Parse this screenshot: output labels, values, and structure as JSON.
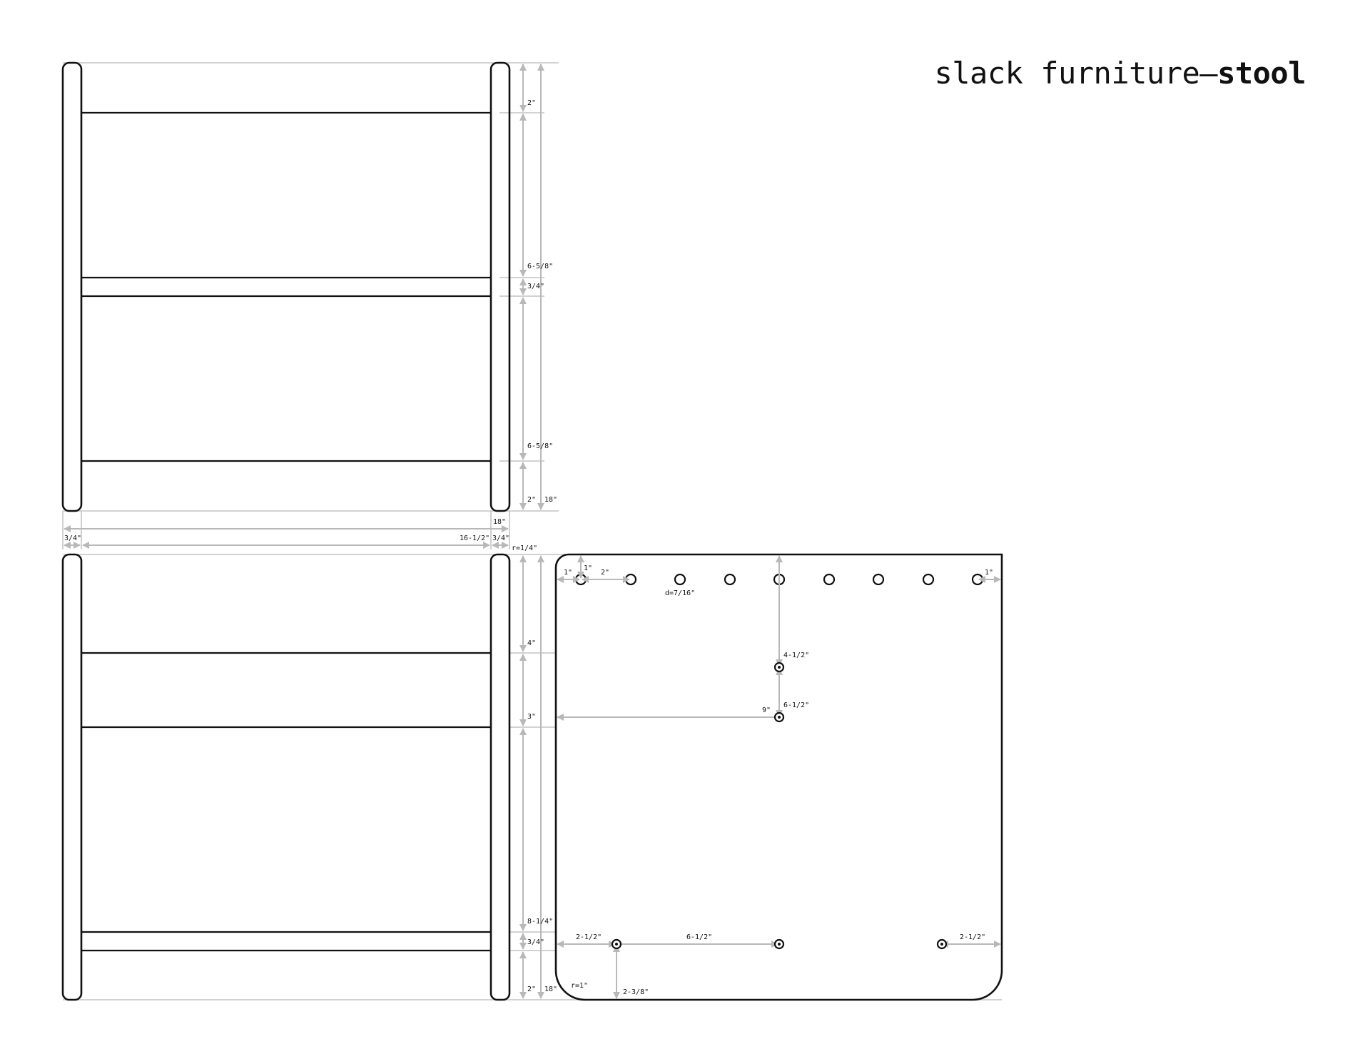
{
  "title": {
    "prefix": "slack furniture–",
    "bold": "stool"
  },
  "side_view": {
    "dims": {
      "top_gap": "2\"",
      "upper_opening": "6-5/8\"",
      "shelf_thickness": "3/4\"",
      "lower_opening": "6-5/8\"",
      "bottom_gap": "2\"",
      "overall_height": "18\"",
      "overall_width": "18\"",
      "leg_left": "3/4\"",
      "inner_width": "16-1/2\"",
      "leg_right": "3/4\""
    }
  },
  "front_view": {
    "dims": {
      "corner_radius": "r=1/4\"",
      "top_gap": "4\"",
      "upper_opening": "3\"",
      "lower_opening": "8-1/4\"",
      "shelf_thickness": "3/4\"",
      "bottom_gap": "2\"",
      "overall_height": "18\""
    }
  },
  "panel": {
    "dims": {
      "hole_edge_x": "1\"",
      "hole_edge_y": "1\"",
      "hole_spacing": "2\"",
      "hole_diameter": "d=7/16\"",
      "hole_edge_right": "1\"",
      "center_drop": "4-1/2\"",
      "center_spacing": "6-1/2\"",
      "center_offset_x": "9\"",
      "bottom_left_x": "2-1/2\"",
      "bottom_spacing": "6-1/2\"",
      "bottom_right_x": "2-1/2\"",
      "bottom_y": "2-3/8\"",
      "corner_radius": "r=1\""
    }
  }
}
